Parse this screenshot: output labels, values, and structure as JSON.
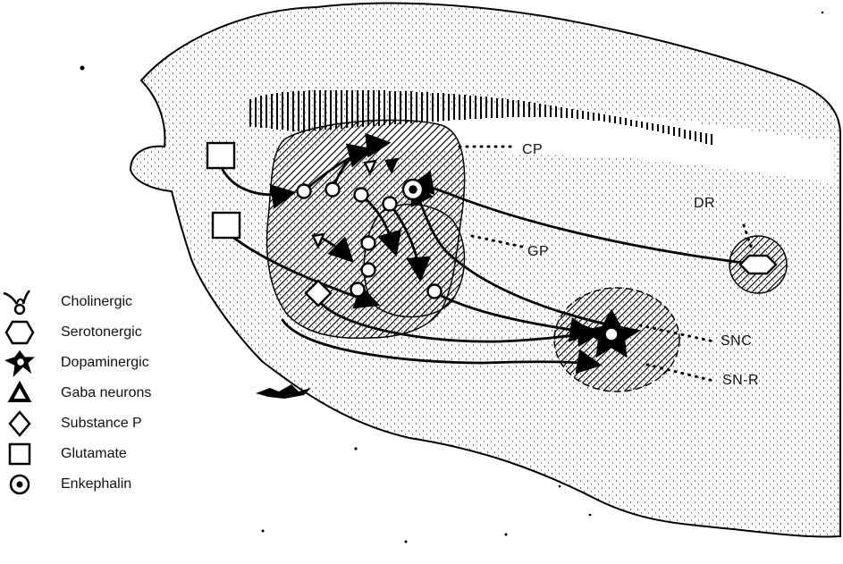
{
  "diagram": {
    "region_labels": {
      "cp": "CP",
      "gp": "GP",
      "dr": "DR",
      "snc": "SNC",
      "snr": "SN-R"
    }
  },
  "legend": {
    "items": [
      {
        "icon": "cholinergic-icon",
        "label": "Cholinergic"
      },
      {
        "icon": "hexagon-icon",
        "label": "Serotonergic"
      },
      {
        "icon": "dopaminergic-star-icon",
        "label": "Dopaminergic"
      },
      {
        "icon": "triangle-icon",
        "label": "Gaba neurons"
      },
      {
        "icon": "diamond-icon",
        "label": "Substance P"
      },
      {
        "icon": "square-icon",
        "label": "Glutamate"
      },
      {
        "icon": "dotted-circle-icon",
        "label": "Enkephalin"
      }
    ]
  }
}
